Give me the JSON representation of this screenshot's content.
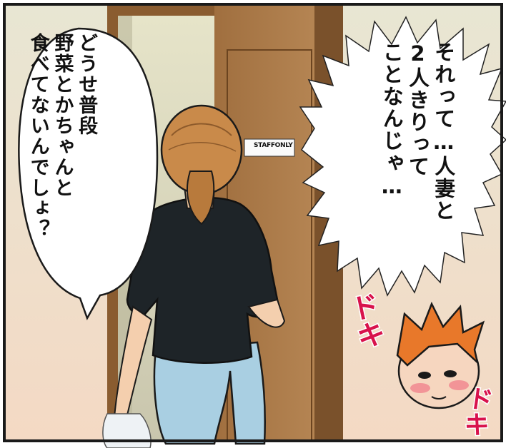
{
  "panel": {
    "speech_left": [
      "どうせ普段",
      "野菜とかちゃんと",
      "食べてないんでしょ？"
    ],
    "speech_right": [
      "それって…人妻と",
      "2人きりって",
      "ことなんじゃ…"
    ],
    "sfx_1": "ドキ",
    "sfx_2": "ドキ",
    "door_sign": "STAFFONLY"
  },
  "colors": {
    "frame": "#1a1a1a",
    "door_wood": "#a97a48",
    "wall": "#dcdcc6",
    "shirt": "#1e2428",
    "jeans": "#a9cfe2",
    "hair": "#c98a4a",
    "boy_hair": "#e8782a",
    "sfx": "#d8124c"
  }
}
